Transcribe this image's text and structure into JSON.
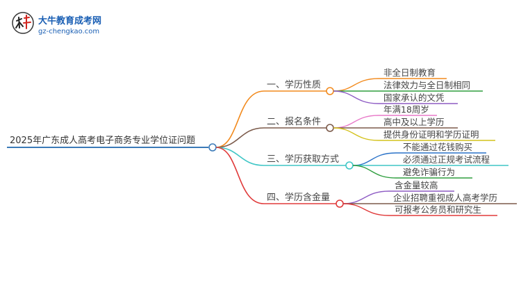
{
  "logo": {
    "title": "大牛教育成考网",
    "url": "gz-chengkao.com"
  },
  "root": {
    "label": "2025年广东成人高考电子商务专业学位证问题"
  },
  "branches": [
    {
      "label": "一、学历性质",
      "color": "#f28a1d",
      "leaves": [
        {
          "label": "非全日制教育",
          "color": "#f28a1d"
        },
        {
          "label": "法律效力与全日制相同",
          "color": "#2e9e3e"
        },
        {
          "label": "国家承认的文凭",
          "color": "#8e5cc4"
        }
      ]
    },
    {
      "label": "二、报名条件",
      "color": "#7b5a4a",
      "leaves": [
        {
          "label": "年满18周岁",
          "color": "#e879c8"
        },
        {
          "label": "高中及以上学历",
          "color": "#7b5a4a"
        },
        {
          "label": "提供身份证明和学历证明",
          "color": "#d4c21c"
        }
      ]
    },
    {
      "label": "三、学历获取方式",
      "color": "#3ec6c6",
      "leaves": [
        {
          "label": "不能通过花钱购买",
          "color": "#2a72c8"
        },
        {
          "label": "必须通过正规考试流程",
          "color": "#3ec6c6"
        },
        {
          "label": "避免诈骗行为",
          "color": "#2e9e3e"
        }
      ]
    },
    {
      "label": "四、学历含金量",
      "color": "#e03a3a",
      "leaves": [
        {
          "label": "含金量较高",
          "color": "#8e5cc4"
        },
        {
          "label": "企业招聘重视成人高考学历",
          "color": "#7b5a4a"
        },
        {
          "label": "可报考公务员和研究生",
          "color": "#e03a3a"
        }
      ]
    }
  ],
  "colors": {
    "root_line": "#3a7ab8"
  }
}
